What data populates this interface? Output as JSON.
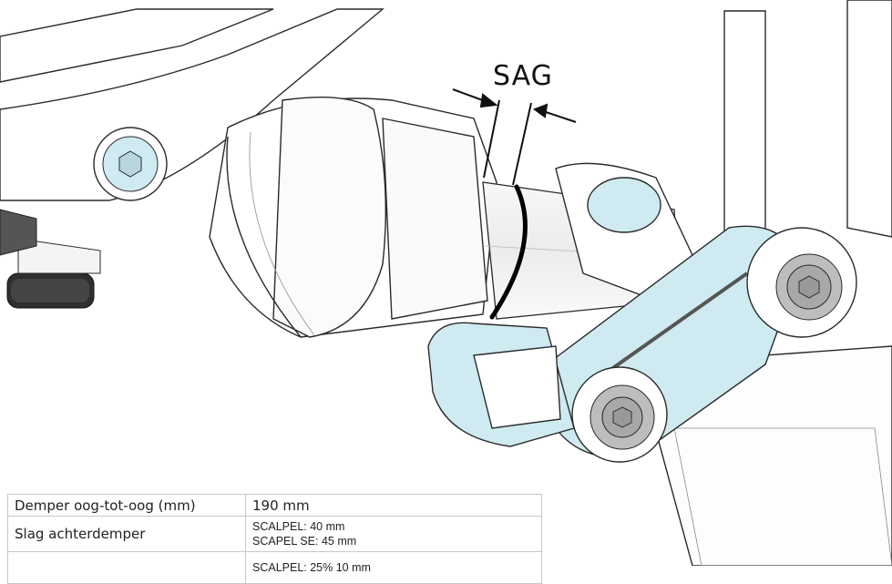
{
  "annotation": {
    "sag_label": "SAG"
  },
  "spec_table": {
    "rows": [
      {
        "label": "Demper oog-tot-oog (mm)",
        "values": [
          "190 mm"
        ]
      },
      {
        "label": "Slag achterdemper",
        "values": [
          "SCALPEL: 40 mm",
          "SCAPEL SE:  45 mm"
        ]
      },
      {
        "label": "",
        "values": [
          "SCALPEL: 25% 10 mm"
        ]
      }
    ]
  },
  "colors": {
    "accent_light_blue": "#cfeaf0",
    "outline": "#2a2a2a",
    "sag_ring": "#000000"
  }
}
